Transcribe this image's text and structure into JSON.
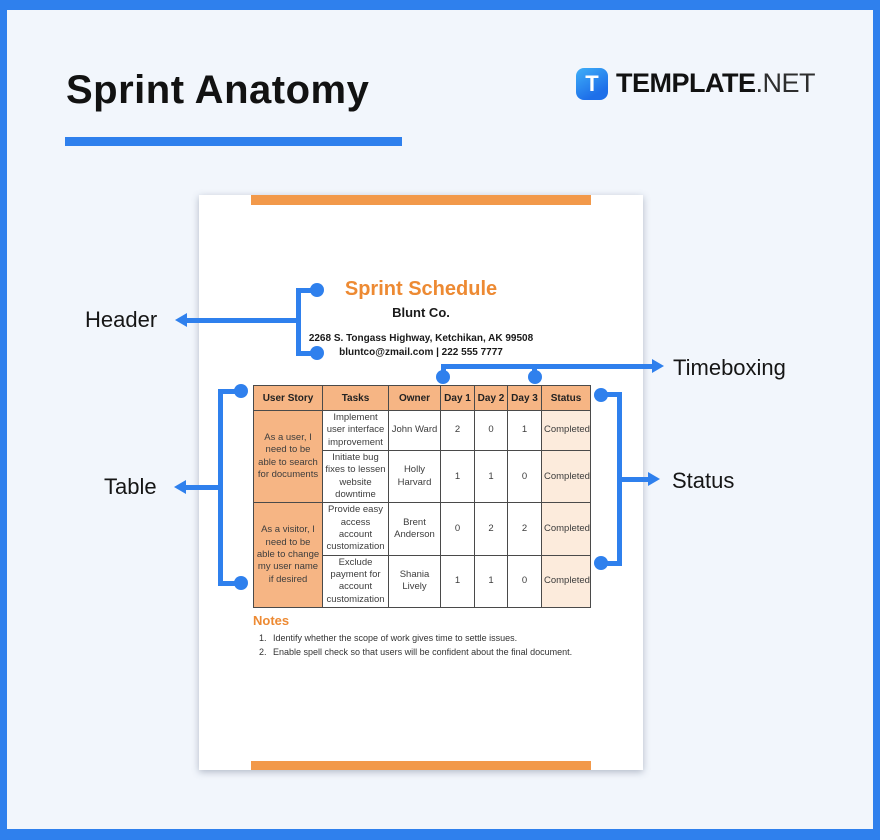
{
  "title": "Sprint Anatomy",
  "logo": {
    "icon_letter": "T",
    "brand_bold": "TEMPLATE",
    "brand_light": ".NET"
  },
  "colors": {
    "accent_blue": "#2F80ED",
    "accent_orange": "#F2994A",
    "doc_heading_orange": "#ED8A33",
    "table_header_bg": "#F6B584",
    "status_cell_bg": "#FCEBDC",
    "background": "#F2F6FC"
  },
  "callouts": {
    "header": "Header",
    "table": "Table",
    "timeboxing": "Timeboxing",
    "status": "Status"
  },
  "document": {
    "title": "Sprint Schedule",
    "company": "Blunt Co.",
    "address": "2268 S. Tongass Highway, Ketchikan, AK 99508",
    "contact": "bluntco@zmail.com | 222 555 7777",
    "table": {
      "headers": [
        "User Story",
        "Tasks",
        "Owner",
        "Day 1",
        "Day 2",
        "Day 3",
        "Status"
      ],
      "user_stories": [
        "As a user, I need to be able to search for documents",
        "As a visitor, I need to be able to change my user name if desired"
      ],
      "rows": [
        {
          "task": "Implement user interface improvement",
          "owner": "John Ward",
          "day1": "2",
          "day2": "0",
          "day3": "1",
          "status": "Completed"
        },
        {
          "task": "Initiate bug fixes to lessen website downtime",
          "owner": "Holly Harvard",
          "day1": "1",
          "day2": "1",
          "day3": "0",
          "status": "Completed"
        },
        {
          "task": "Provide easy access account customization",
          "owner": "Brent Anderson",
          "day1": "0",
          "day2": "2",
          "day3": "2",
          "status": "Completed"
        },
        {
          "task": "Exclude payment for account customization",
          "owner": "Shania Lively",
          "day1": "1",
          "day2": "1",
          "day3": "0",
          "status": "Completed"
        }
      ]
    },
    "notes": {
      "heading": "Notes",
      "items": [
        "Identify whether the scope of work gives time to settle issues.",
        "Enable spell check so that users will be confident about the final document."
      ]
    }
  }
}
